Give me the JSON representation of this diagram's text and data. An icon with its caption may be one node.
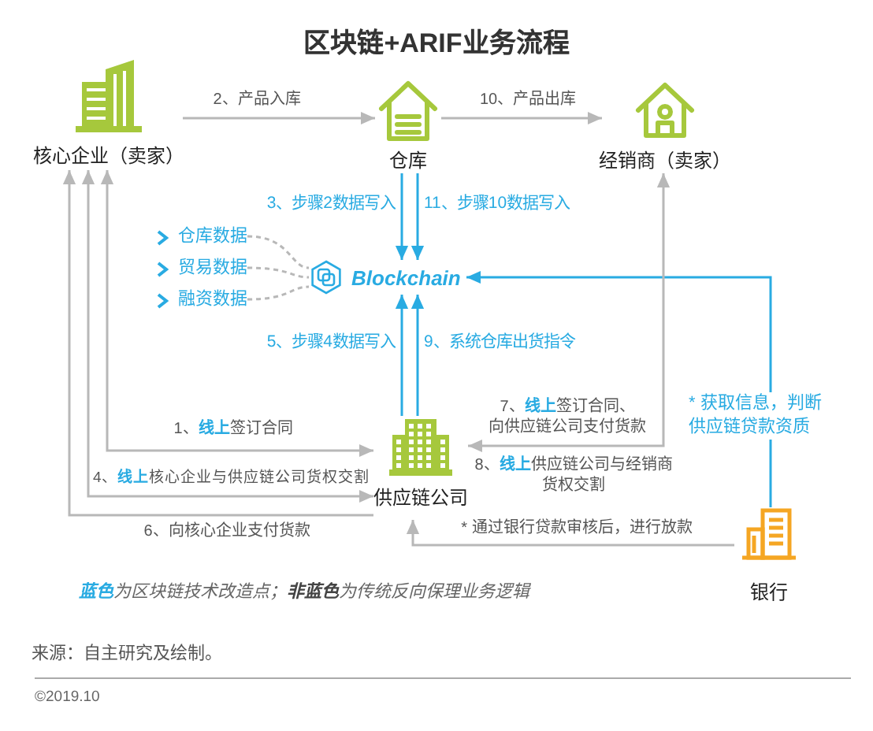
{
  "diagram": {
    "title": "区块链+ARIF业务流程",
    "nodes": [
      {
        "text": [
          "核心企业（卖家）"
        ]
      },
      {
        "text": [
          "仓库"
        ]
      },
      {
        "text": [
          "经销商（卖家）"
        ]
      },
      {
        "text": [
          "仓库数据"
        ]
      },
      {
        "text": [
          "贸易数据"
        ]
      },
      {
        "text": [
          "融资数据"
        ]
      },
      {
        "text": [
          "Blockchain"
        ]
      },
      {
        "text": [
          "供应链公司"
        ]
      },
      {
        "text": [
          "银行"
        ]
      }
    ],
    "edges": [
      {
        "from": 0,
        "to": 1,
        "arrow": "to",
        "label": "2、产品入库"
      },
      {
        "from": 1,
        "to": 2,
        "arrow": "to",
        "label": "10、产品出库"
      },
      {
        "from": 1,
        "to": 6,
        "arrow": "to",
        "label": "3、步骤2数据写入",
        "color": "#29abe2"
      },
      {
        "from": 1,
        "to": 6,
        "arrow": "to",
        "label": "11、步骤10数据写入",
        "color": "#29abe2"
      },
      {
        "from": 3,
        "to": 6,
        "arrow": "none",
        "style": "dashed"
      },
      {
        "from": 4,
        "to": 6,
        "arrow": "none",
        "style": "dashed"
      },
      {
        "from": 5,
        "to": 6,
        "arrow": "none",
        "style": "dashed"
      },
      {
        "from": 7,
        "to": 6,
        "arrow": "to",
        "label": "5、步骤4数据写入",
        "color": "#29abe2"
      },
      {
        "from": 7,
        "to": 6,
        "arrow": "to",
        "label": "9、系统仓库出货指令",
        "color": "#29abe2"
      },
      {
        "from": 8,
        "to": 6,
        "arrow": "to",
        "label": "* 获取信息，判断供应链贷款资质",
        "color": "#29abe2"
      },
      {
        "from": 7,
        "to": 0,
        "arrow": "both",
        "label": "1、**线上**签订合同"
      },
      {
        "from": 7,
        "to": 0,
        "arrow": "both",
        "label": "4、**线上**核心企业与供应链公司货权交割"
      },
      {
        "from": 7,
        "to": 0,
        "arrow": "to",
        "label": "6、向核心企业支付货款"
      },
      {
        "from": 2,
        "to": 7,
        "arrow": "both",
        "label": "7、**线上**签订合同、向供应链公司支付货款"
      },
      {
        "from": 8,
        "to": 7,
        "arrow": "to",
        "label": "* 通过银行贷款审核后，进行放款"
      }
    ],
    "labels": [
      "8、**线上**供应链公司与经销商货权交割",
      "**蓝色**为区块链技术改造点；**非蓝色**为传统反向保理业务逻辑",
      "来源：自主研究及绘制。",
      "©2019.10"
    ]
  }
}
